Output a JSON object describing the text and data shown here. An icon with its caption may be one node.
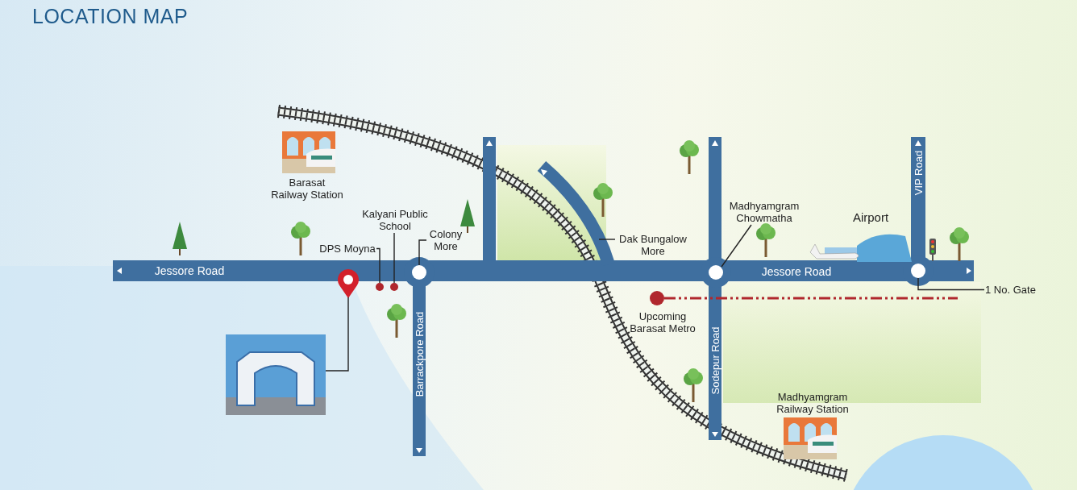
{
  "diagram": {
    "title": "LOCATION MAP",
    "nodes": [
      {
        "text": [
          "DPS Moyna"
        ]
      },
      {
        "text": [],
        "shape": "circle"
      },
      {
        "text": [
          "Kalyani Public School"
        ]
      },
      {
        "text": [],
        "shape": "circle"
      },
      {
        "text": [
          "Colony More"
        ]
      },
      {
        "text": [],
        "shape": "circle"
      },
      {
        "text": [
          "Dak Bungalow More"
        ]
      },
      {
        "text": [
          "Madhyamgram Chowmatha"
        ]
      },
      {
        "text": [],
        "shape": "circle"
      },
      {
        "text": [
          "1 No. Gate"
        ]
      },
      {
        "text": [],
        "shape": "circle"
      },
      {
        "text": [],
        "shape": "pin"
      },
      {
        "text": [],
        "shape": "picture"
      },
      {
        "text": [],
        "shape": "road"
      },
      {
        "text": [],
        "shape": "circle"
      }
    ],
    "edges": [
      {
        "from": 0,
        "to": 1,
        "arrow": "none"
      },
      {
        "from": 2,
        "to": 3,
        "arrow": "none"
      },
      {
        "from": 4,
        "to": 5,
        "arrow": "none"
      },
      {
        "from": 6,
        "to": 13,
        "arrow": "none"
      },
      {
        "from": 7,
        "to": 8,
        "arrow": "none"
      },
      {
        "from": 9,
        "to": 10,
        "arrow": "none"
      },
      {
        "from": 11,
        "to": 12,
        "arrow": "none"
      },
      {
        "from": 14,
        "to": null,
        "arrow": "none",
        "style": "dashed",
        "color": "#b0272d"
      }
    ],
    "labels": [
      "Barasat Railway Station",
      "Jessore Road",
      "Airport",
      "VIP Road",
      "Jessore Road",
      "Upcoming Barasat Metro",
      "Barrackpore Road",
      "Sodepur Road",
      "Madhyamgram Railway Station"
    ]
  }
}
